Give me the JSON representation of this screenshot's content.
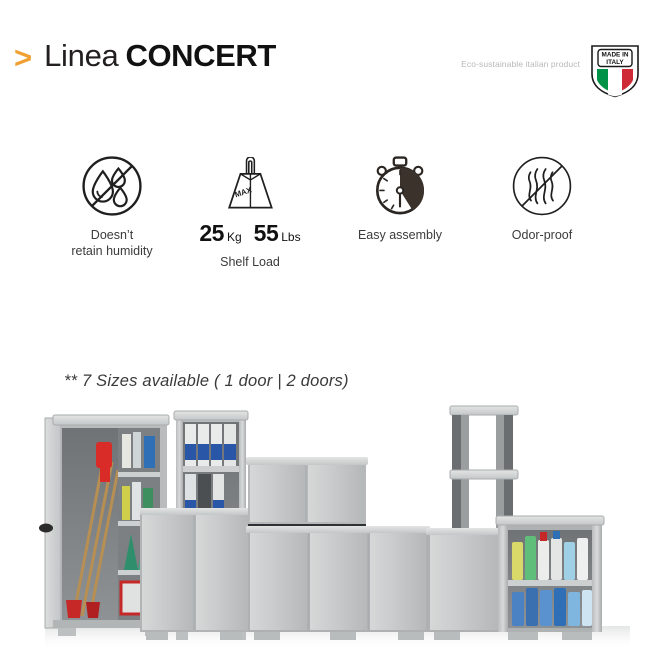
{
  "header": {
    "chevron": ">",
    "title_light": "Linea",
    "title_bold": "CONCERT",
    "eco_note": "Eco-sustainable italian product",
    "badge": {
      "line1": "MADE IN",
      "line2": "ITALY",
      "colors": [
        "#009246",
        "#ffffff",
        "#ce2b37"
      ]
    }
  },
  "features": [
    {
      "icon": "no-humidity-icon",
      "label_line1": "Doesn’t",
      "label_line2": "retain humidity"
    },
    {
      "icon": "max-weight-icon",
      "icon_text": "MAX",
      "value_kg": "25",
      "unit_kg": "Kg",
      "value_lbs": "55",
      "unit_lbs": "Lbs",
      "label_line1": "Shelf Load",
      "label_line2": ""
    },
    {
      "icon": "stopwatch-icon",
      "label_line1": "Easy assembly",
      "label_line2": ""
    },
    {
      "icon": "no-odor-icon",
      "label_line1": "Odor-proof",
      "label_line2": ""
    }
  ],
  "sizes_note": "** 7 Sizes available ( 1 door | 2 doors)",
  "product_photo": {
    "alt": "Grey plastic storage cabinets line-up with open shelving containing cleaning tools, binders and bottles",
    "accent_colors": {
      "cabinet_body": "#c9cbcb",
      "cabinet_shadow": "#9ea2a3",
      "binder_blue": "#2a56a8",
      "bottle_red": "#cc2a2a"
    }
  },
  "theme": {
    "background": "#ffffff",
    "accent_orange": "#f0a030",
    "text_dark": "#231f20",
    "text_grey": "#b8b8b8"
  }
}
